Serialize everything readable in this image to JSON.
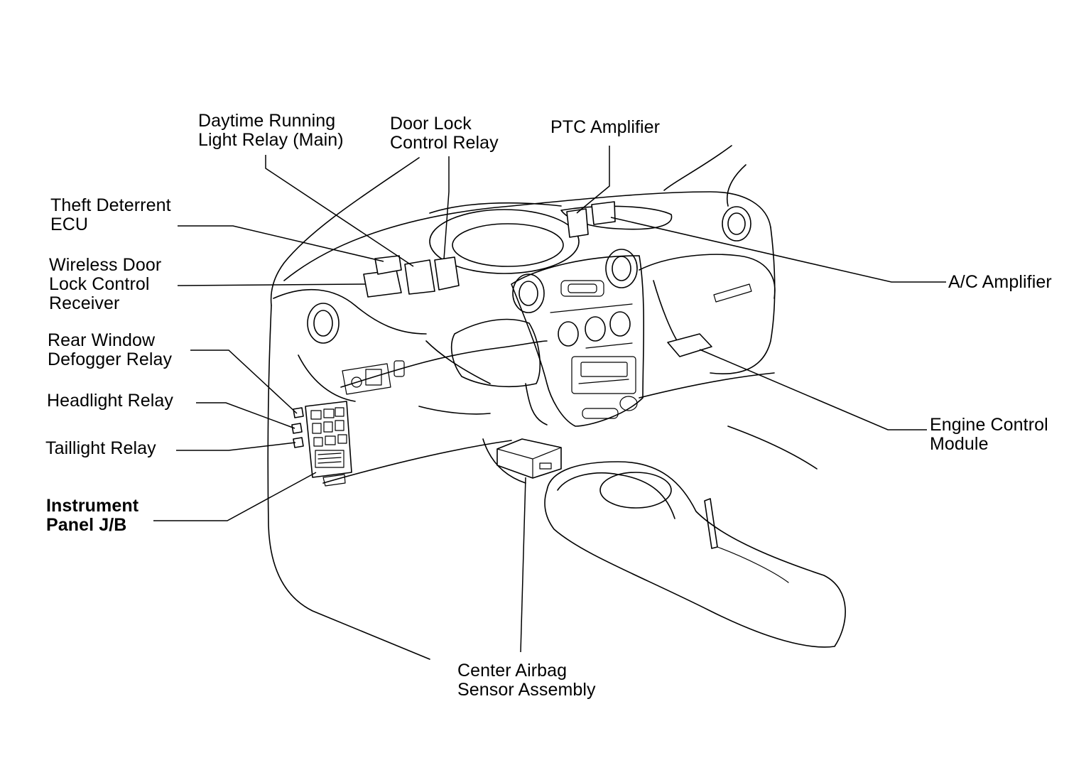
{
  "labels": {
    "drl_relay": [
      "Daytime Running",
      "Light Relay (Main)"
    ],
    "door_lock_relay": [
      "Door Lock",
      "Control Relay"
    ],
    "ptc_amplifier": [
      "PTC Amplifier"
    ],
    "theft_ecu": [
      "Theft Deterrent",
      "ECU"
    ],
    "wireless_receiver": [
      "Wireless Door",
      "Lock Control",
      "Receiver"
    ],
    "rear_defogger_relay": [
      "Rear Window",
      "Defogger Relay"
    ],
    "headlight_relay": [
      "Headlight Relay"
    ],
    "taillight_relay": [
      "Taillight Relay"
    ],
    "instrument_jb": [
      "Instrument",
      "Panel J/B"
    ],
    "ac_amplifier": [
      "A/C Amplifier"
    ],
    "ecm": [
      "Engine Control",
      "Module"
    ],
    "airbag_sensor": [
      "Center Airbag",
      "Sensor Assembly"
    ]
  },
  "colors": {
    "line": "#000000",
    "background": "#ffffff"
  }
}
